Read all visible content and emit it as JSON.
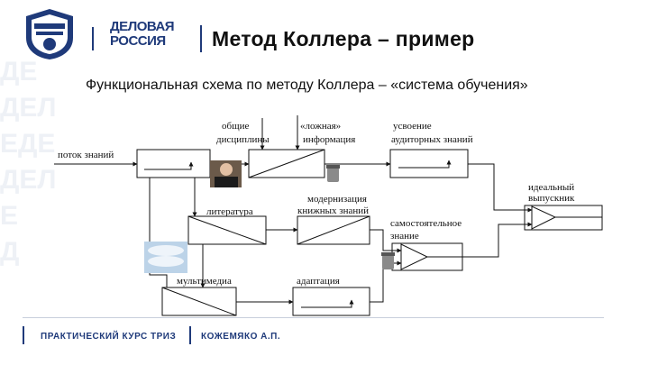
{
  "header": {
    "logo_alt": "university-emblem",
    "brand_line1": "ДЕЛОВАЯ",
    "brand_line2": "РОССИЯ",
    "title": "Метод Коллера – пример"
  },
  "subtitle": "Функциональная схема по методу Коллера – «система обучения»",
  "diagram": {
    "labels": {
      "input": "поток знаний",
      "general": "общие",
      "disciplines": "дисциплины",
      "false1": "«ложная»",
      "false2": "информация",
      "assim1": "усвоение",
      "assim2": "аудиторных знаний",
      "ideal1": "идеальный",
      "ideal2": "выпускник",
      "literature": "литература",
      "modern1": "модернизация",
      "modern2": "книжных знаний",
      "indep1": "самостоятельное",
      "indep2": "знание",
      "multimedia": "мультимедиа",
      "adaptation": "адаптация"
    }
  },
  "footer": {
    "left": "ПРАКТИЧЕСКИЙ КУРС ТРИЗ",
    "right": "КОЖЕМЯКО А.П."
  },
  "colors": {
    "brand": "#1f3a7a",
    "line": "#111111"
  }
}
